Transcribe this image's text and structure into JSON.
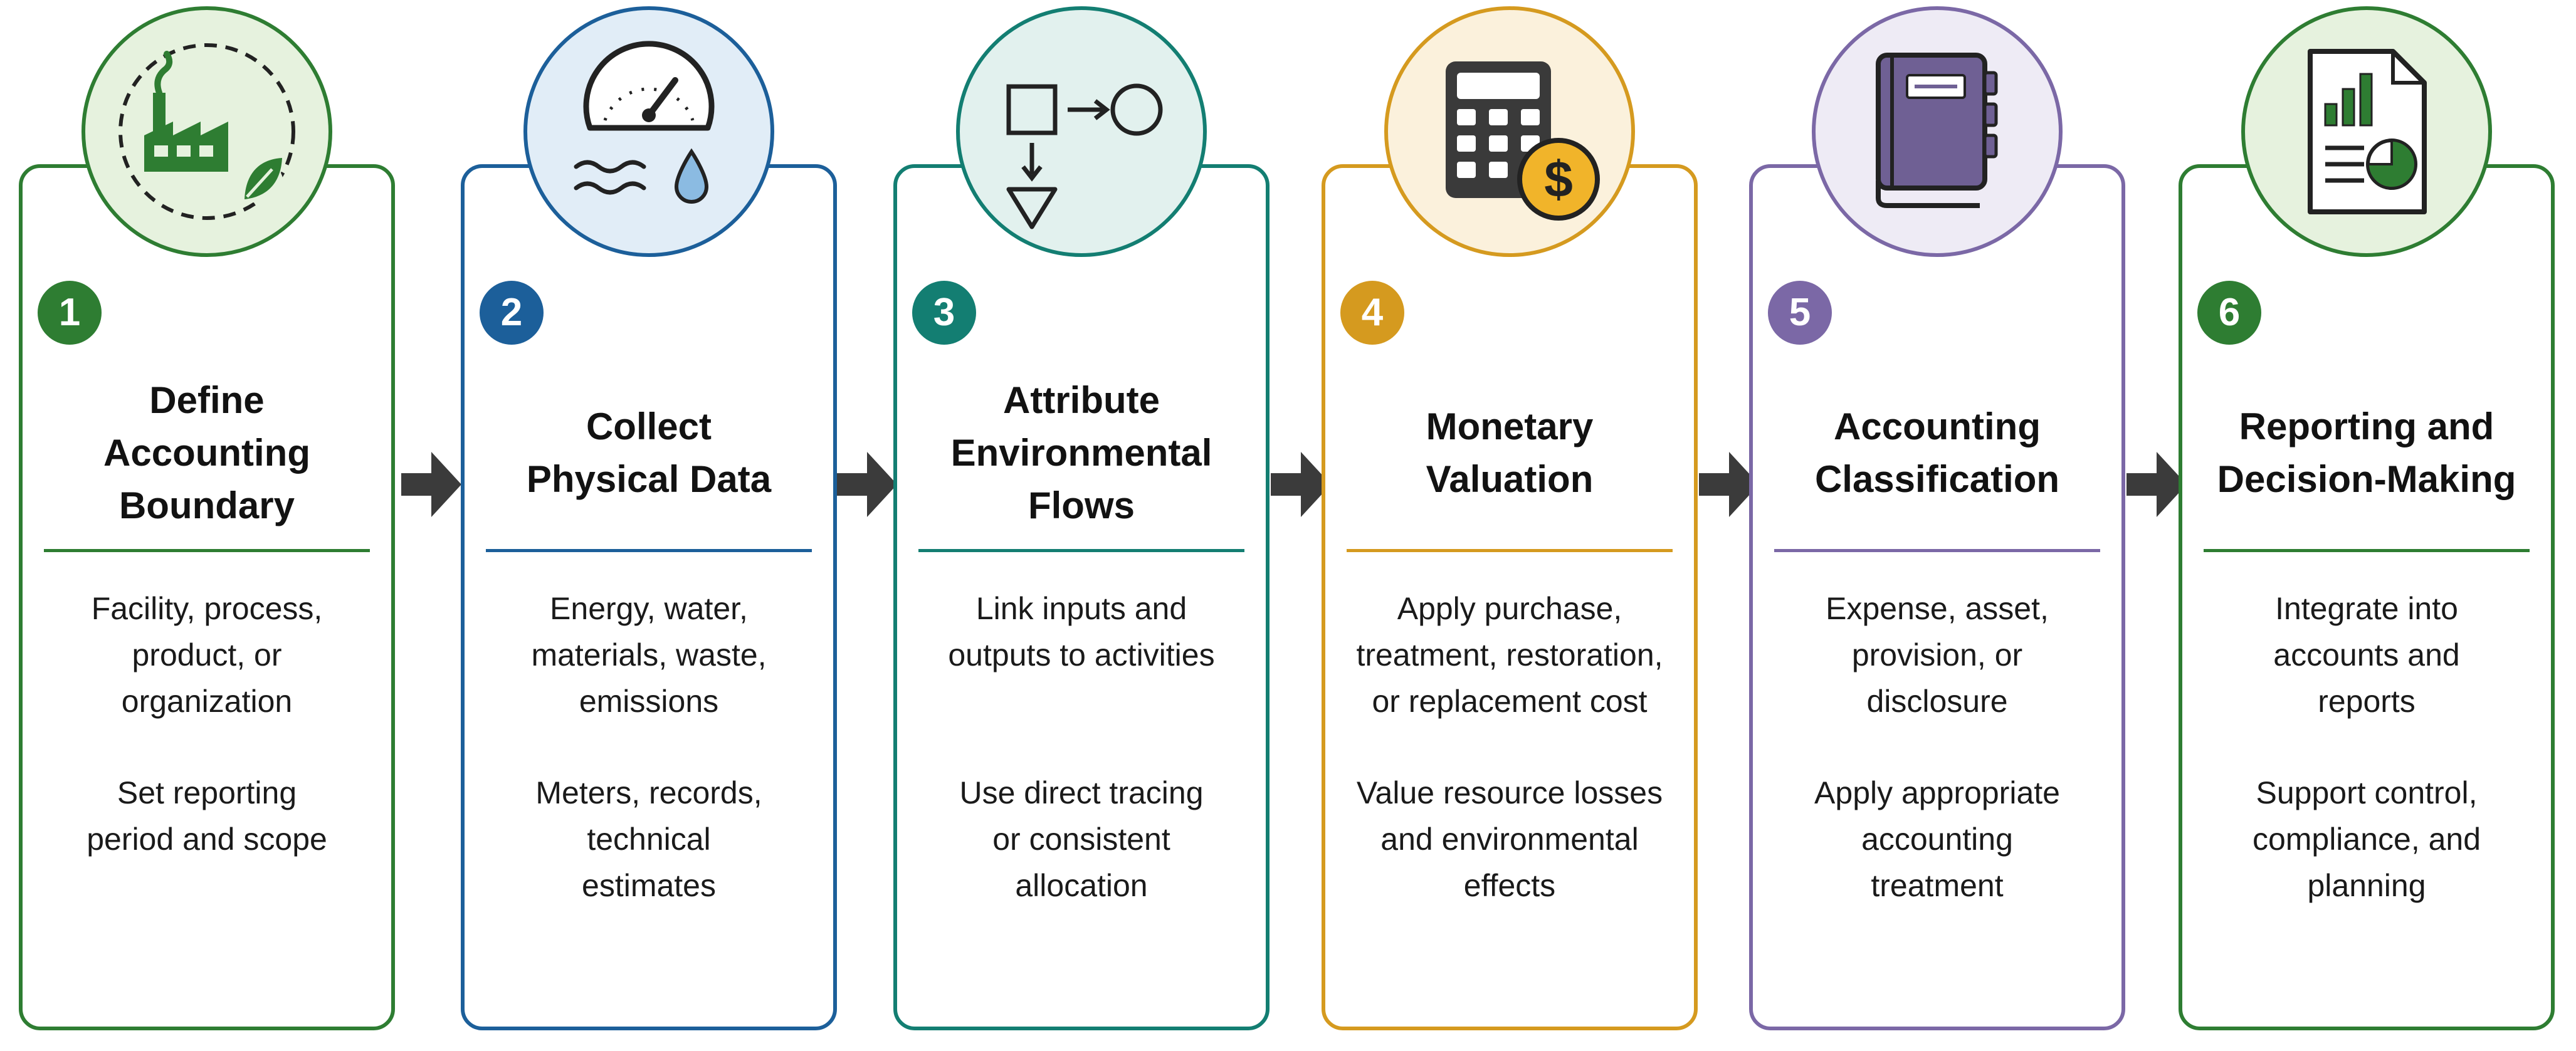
{
  "colors": {
    "green": "#2e7d32",
    "blue": "#1c5f9a",
    "teal": "#137e72",
    "gold": "#d59a1f",
    "purple": "#7b68a6",
    "arrow": "#3b3b3b"
  },
  "steps": [
    {
      "number": "1",
      "title": "Define\nAccounting\nBoundary",
      "desc1": "Facility, process,\nproduct, or\norganization",
      "desc2": "Set reporting\nperiod and scope",
      "icon": "factory-leaf-icon"
    },
    {
      "number": "2",
      "title": "Collect\nPhysical Data",
      "desc1": "Energy, water,\nmaterials, waste,\nemissions",
      "desc2": "Meters, records,\ntechnical\nestimates",
      "icon": "gauge-water-icon"
    },
    {
      "number": "3",
      "title": "Attribute\nEnvironmental\nFlows",
      "desc1": "Link inputs and\noutputs to activities",
      "desc2": "Use direct tracing\nor consistent\nallocation",
      "icon": "flow-shapes-icon"
    },
    {
      "number": "4",
      "title": "Monetary\nValuation",
      "desc1": "Apply purchase,\ntreatment, restoration,\nor replacement cost",
      "desc2": "Value resource losses\nand environmental\neffects",
      "icon": "calculator-dollar-icon"
    },
    {
      "number": "5",
      "title": "Accounting\nClassification",
      "desc1": "Expense, asset,\nprovision, or\ndisclosure",
      "desc2": "Apply appropriate\naccounting\ntreatment",
      "icon": "ledger-book-icon"
    },
    {
      "number": "6",
      "title": "Reporting and\nDecision-Making",
      "desc1": "Integrate into\naccounts and\nreports",
      "desc2": "Support control,\ncompliance, and\nplanning",
      "icon": "report-chart-icon"
    }
  ]
}
